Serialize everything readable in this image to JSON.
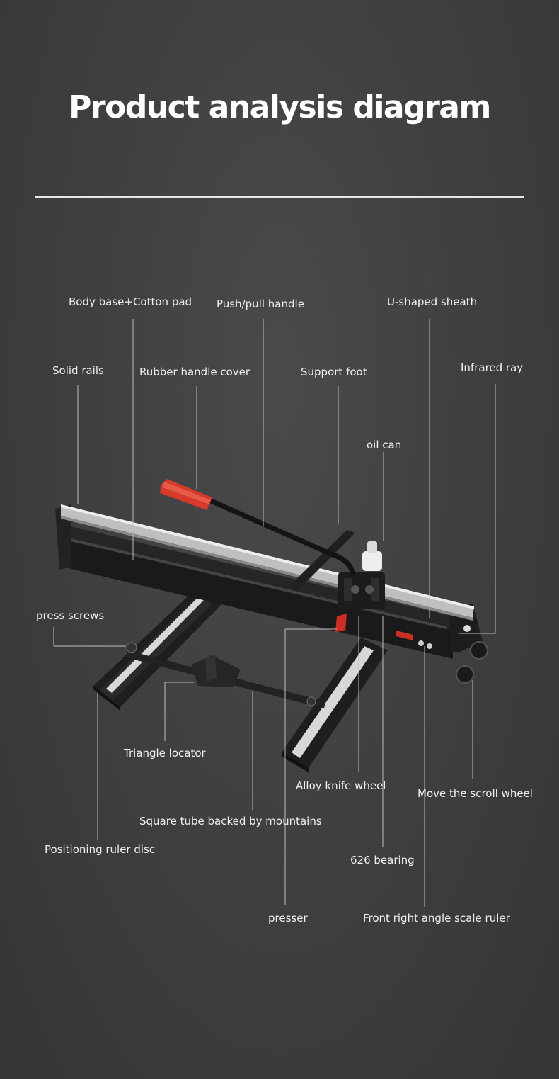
{
  "title": "Product analysis diagram",
  "labels": {
    "body_base": "Body base+Cotton pad",
    "push_pull_handle": "Push/pull handle",
    "u_shaped_sheath": "U-shaped sheath",
    "solid_rails": "Solid rails",
    "rubber_handle_cover": "Rubber handle cover",
    "support_foot": "Support foot",
    "infrared_ray": "Infrared ray",
    "oil_can": "oil can",
    "press_screws": "press screws",
    "triangle_locator": "Triangle locator",
    "alloy_knife_wheel": "Alloy knife wheel",
    "move_scroll_wheel": "Move the scroll wheel",
    "square_tube": "Square tube backed by mountains",
    "positioning_ruler_disc": "Positioning ruler disc",
    "bearing_626": "626 bearing",
    "presser": "presser",
    "front_right_angle_ruler": "Front right angle scale ruler"
  },
  "colors": {
    "background": "#3e3e3e",
    "text": "#f0f0f0",
    "leader_line": "#bdbdbd",
    "handle_grip": "#d63a2a",
    "rail": "#c9c9c9",
    "frame": "#1c1c1c"
  }
}
